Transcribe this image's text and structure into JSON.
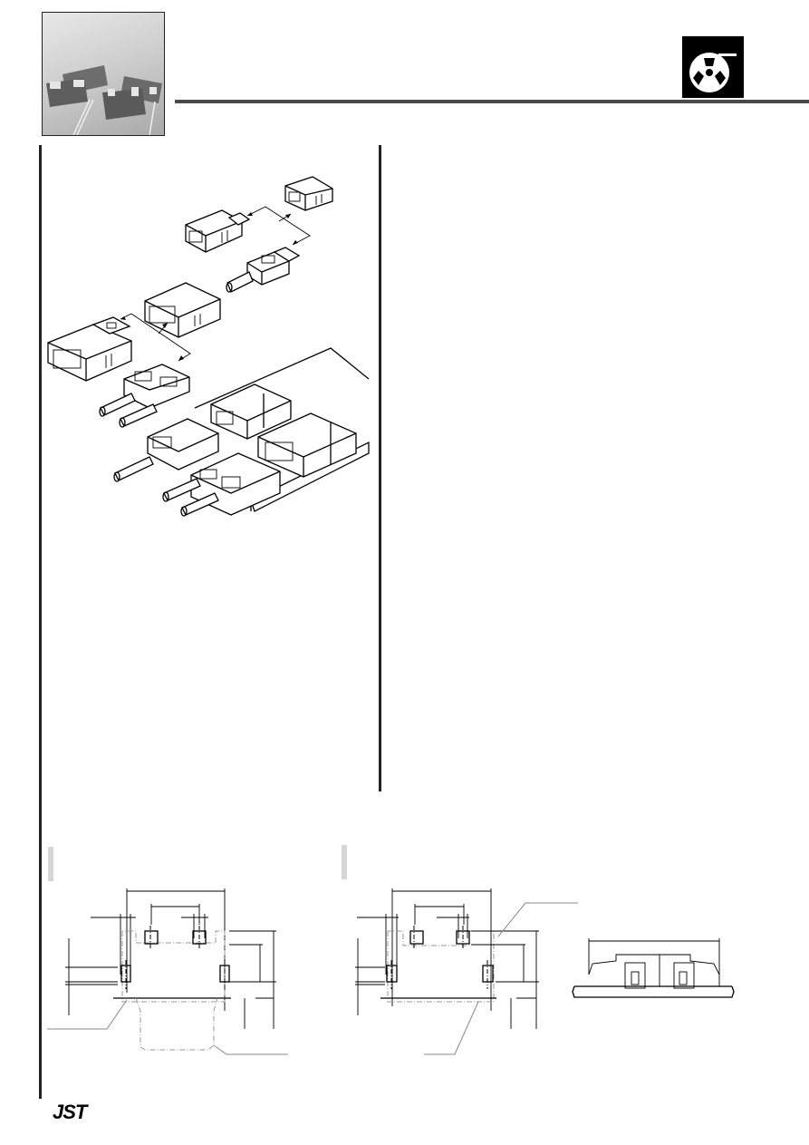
{
  "header": {
    "photo": "connector-boards-photo",
    "packaging_icon": "tape-reel-icon",
    "rule_color": "#4a4a4a"
  },
  "illustration": {
    "description": "exploded-connector-assembly-drawing"
  },
  "drawings": {
    "left_pcb_layout": "pcb-layout-dimension-drawing-1",
    "right_pcb_layout": "pcb-layout-dimension-drawing-2",
    "side_view": "connector-side-view-drawing"
  },
  "footer": {
    "logo_text": "JST"
  }
}
